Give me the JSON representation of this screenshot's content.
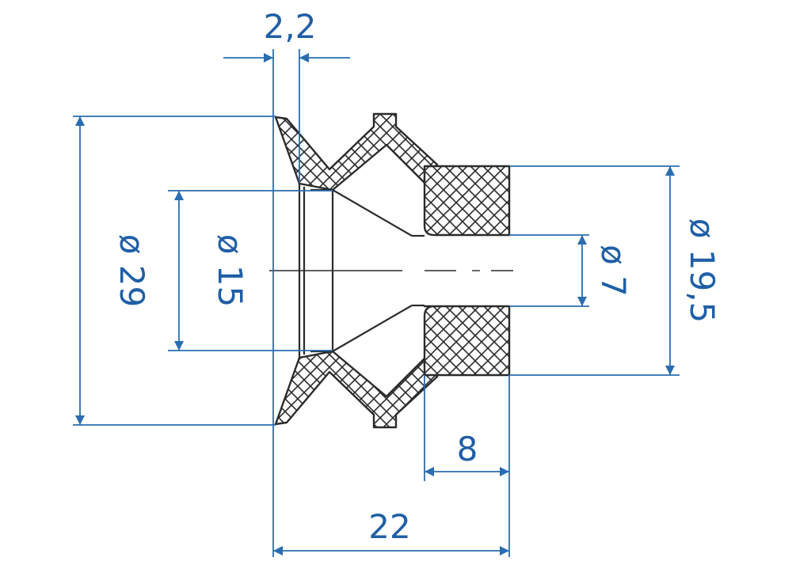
{
  "drawing": {
    "line_color": "#2a6db0",
    "text_color": "#1f5fa6",
    "part_color": "#2b2b2b",
    "dimensions": {
      "lip_thickness": "2,2",
      "outer_diameter": "ø 29",
      "inner_diameter": "ø 15",
      "bore_diameter": "ø 7",
      "shank_diameter": "ø 19,5",
      "shank_length": "8",
      "overall_length": "22"
    }
  }
}
